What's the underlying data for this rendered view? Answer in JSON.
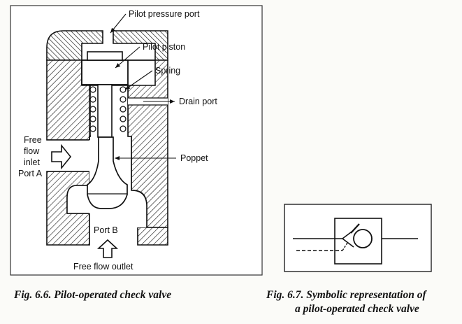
{
  "fig66": {
    "labels": {
      "pilot_pressure_port": "Pilot pressure port",
      "pilot_piston": "Pilot piston",
      "spring": "Spring",
      "drain_port": "Drain port",
      "free": "Free",
      "flow": "flow",
      "inlet": "inlet",
      "port_a": "Port A",
      "poppet": "Poppet",
      "port_b": "Port B",
      "free_flow_outlet": "Free flow outlet"
    },
    "caption": "Fig. 6.6. Pilot-operated check valve"
  },
  "fig67": {
    "caption_line1": "Fig. 6.7. Symbolic representation of",
    "caption_line2": "a pilot-operated check valve"
  }
}
